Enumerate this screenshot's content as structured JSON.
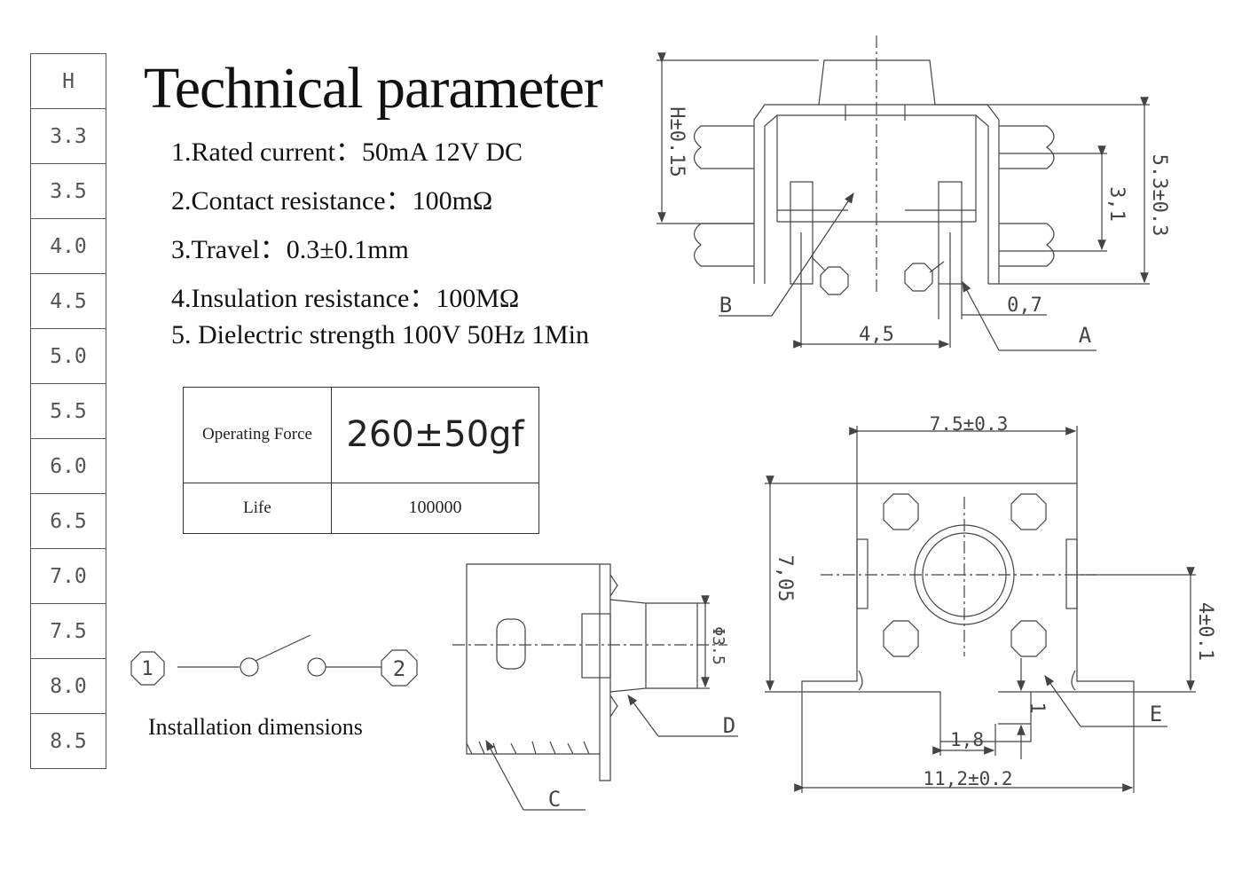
{
  "height_table": [
    "H",
    "3.3",
    "3.5",
    "4.0",
    "4.5",
    "5.0",
    "5.5",
    "6.0",
    "6.5",
    "7.0",
    "7.5",
    "8.0",
    "8.5"
  ],
  "title": "Technical parameter",
  "params": [
    "1.Rated current：50mA 12V DC",
    "2.Contact resistance：100mΩ",
    "3.Travel：0.3±0.1mm",
    "4.Insulation resistance：100MΩ",
    "5. Dielectric strength 100V 50Hz 1Min"
  ],
  "spec_table": {
    "operating_force_label": "Operating Force",
    "operating_force_value": "260±50gf",
    "life_label": "Life",
    "life_value": "100000"
  },
  "installation_label": "Installation dimensions",
  "pin_labels": {
    "pin1": "1",
    "pin2": "2"
  },
  "front_view": {
    "dim_h": "H±0.15",
    "dim_total": "5.3±0.3",
    "dim_3_1": "3,1",
    "dim_4_5": "4,5",
    "dim_0_7": "0,7",
    "label_a": "A",
    "label_b": "B"
  },
  "side_view": {
    "dim_phi": "Φ3.5",
    "label_c": "C",
    "label_d": "D"
  },
  "top_view": {
    "dim_width": "7.5±0.3",
    "dim_height": "7,05",
    "dim_4": "4±0.1",
    "dim_1": "1",
    "dim_1_8": "1,8",
    "dim_total": "11,2±0.2",
    "label_e": "E"
  }
}
